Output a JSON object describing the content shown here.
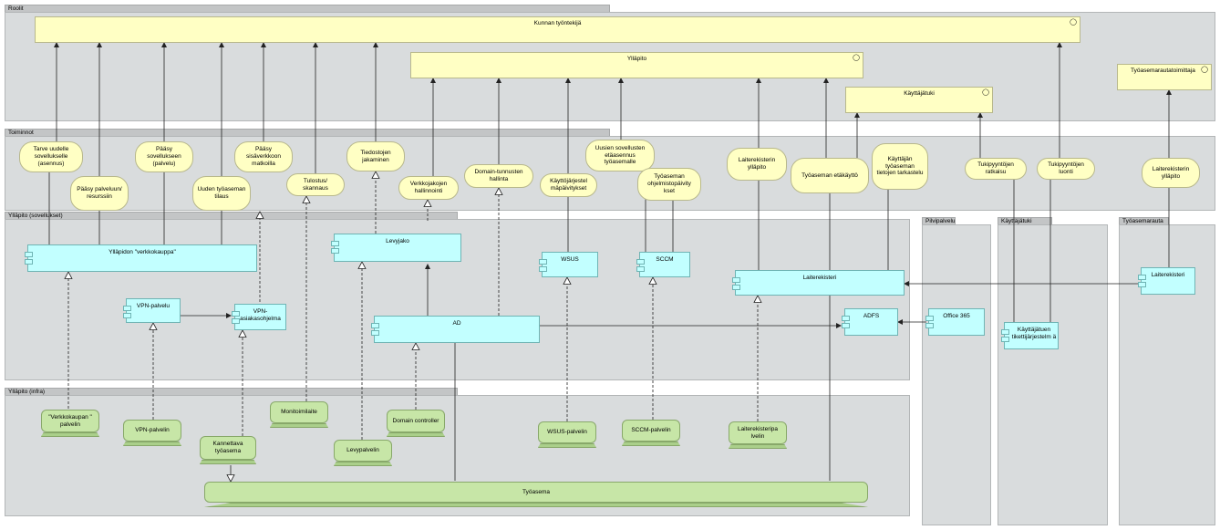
{
  "groups": {
    "roolit": "Roolit",
    "toiminnot": "Toiminnot",
    "yllapito_sovellukset": "Ylläpito (sovellukset)",
    "yllapito_infra": "Ylläpito (infra)",
    "pilvipalvelu": "Pilvipalvelu",
    "kayttajatuki": "Käyttäjätuki",
    "tyoasemarauta": "Työasemarauta"
  },
  "roles": {
    "kunnan_tyontekija": "Kunnan työntekijä",
    "yllapito": "Ylläpito",
    "kayttajatuki": "Käyttäjätuki",
    "tyoasemarautatoimittaja": "Työasemarautatoimittaja",
    "role_icon": "role-icon"
  },
  "functions": {
    "tarve": "Tarve uudelle sovellukselle (asennus)",
    "paasy_palveluun": "Pääsy palveluun/ resurssiin",
    "paasy_sovellukseen": "Pääsy sovellukseen (palvelu)",
    "uuden_tyoaseman": "Uuden työaseman tilaus",
    "paasy_sisaverkkoon": "Pääsy sisäverkkoon matkoilla",
    "tulostus": "Tulostus/ skannaus",
    "tiedostojen": "Tiedostojen jakaminen",
    "verkkojakojen": "Verkkojakojen hallinnointi",
    "domain_tunnusten": "Domain-tunnusten hallinta",
    "kayttojarjestelma": "Käyttöjärjestel mäpäivitykset",
    "uusien_sovellusten": "Uusien sovellusten etäasennus työasemalle",
    "tyoaseman_ohjelmisto": "Työaseman ohjelmistopäivity kset",
    "laiterekisterin_yllapito": "Laiterekisterin ylläpito",
    "tyoaseman_etakaytto": "Työaseman etäkäyttö",
    "kayttajan_tyoaseman": "Käyttäjän työaseman tietojen tarkastelu",
    "tukipyyntojen_ratkaisu": "Tukipyyntöjen ratkaisu",
    "tukipyyntojen_luonti": "Tukipyyntöjen luonti",
    "laiterekisterin_yllapito2": "Laiterekisterin ylläpito"
  },
  "apps": {
    "verkkokauppa": "Ylläpidon \"verkkokauppa\"",
    "levyjako": "Levyjako",
    "wsus": "WSUS",
    "sccm": "SCCM",
    "laiterekisteri": "Laiterekisteri",
    "vpn_palvelu": "VPN-palvelu",
    "vpn_asiakasohjelma": "VPN-asiakasohjelma",
    "ad": "AD",
    "adfs": "ADFS",
    "office365": "Office 365",
    "tiketti": "Käyttäjätuen tikettijärjestelm ä",
    "laiterekisteri2": "Laiterekisteri"
  },
  "nodes": {
    "verkkokaupan_palvelin": "\"Verkkokaupan \" palvelin",
    "vpn_palvelin": "VPN-palvelin",
    "kannettava": "Kannettava työasema",
    "monitoimilaite": "Monitoimilaite",
    "levypalvelin": "Levypalvelin",
    "domain_controller": "Domain controller",
    "wsus_palvelin": "WSUS-palvelin",
    "sccm_palvelin": "SCCM-palvelin",
    "laiterekisteripalvelin": "Laiterekisteripa lvelin",
    "tyoasema": "Työasema"
  }
}
